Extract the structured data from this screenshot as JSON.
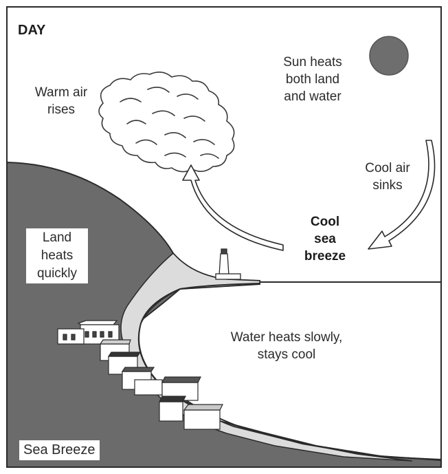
{
  "title": "DAY",
  "labels": {
    "sun_heats": [
      "Sun heats",
      "both land",
      "and water"
    ],
    "warm_air_rises": [
      "Warm air",
      "rises"
    ],
    "cool_air_sinks": [
      "Cool air",
      "sinks"
    ],
    "cool_sea_breeze": [
      "Cool",
      "sea",
      "breeze"
    ],
    "land_heats_quickly": [
      "Land",
      "heats",
      "quickly"
    ],
    "water_heats_slowly": [
      "Water heats slowly,",
      "stays cool"
    ]
  },
  "caption": "Sea Breeze",
  "colors": {
    "land": "#6b6b6b",
    "beach": "#dcdcdc",
    "sun": "#6e6e6e",
    "outline": "#2a2a2a"
  },
  "icons": [
    "sun-icon",
    "cloud-icon",
    "lighthouse-icon",
    "houses-icon",
    "arrow-icon"
  ]
}
